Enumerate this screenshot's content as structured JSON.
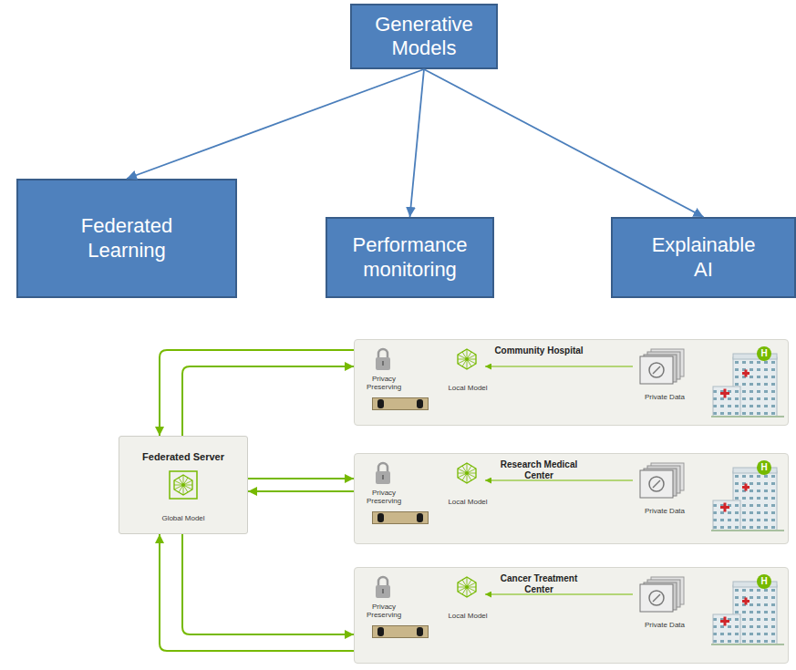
{
  "diagram": {
    "nodes": [
      {
        "text": [
          "Generative Models"
        ]
      },
      {
        "text": [
          "Federated Learning"
        ]
      },
      {
        "text": [
          "Performance monitoring"
        ]
      },
      {
        "text": [
          "Explainable AI"
        ]
      },
      {
        "text": [
          "Federated Server",
          "Global Model"
        ]
      },
      {
        "text": [
          "Community Hospital",
          "Privacy Preserving",
          "Local Model",
          "Private Data"
        ]
      },
      {
        "text": [
          "Research Medical Center",
          "Privacy Preserving",
          "Local Model",
          "Private Data"
        ]
      },
      {
        "text": [
          "Cancer Treatment Center",
          "Privacy Preserving",
          "Local Model",
          "Private Data"
        ]
      }
    ],
    "edges": [
      {
        "from": 0,
        "to": 1,
        "arrow": "to"
      },
      {
        "from": 0,
        "to": 2,
        "arrow": "to"
      },
      {
        "from": 0,
        "to": 3,
        "arrow": "to"
      },
      {
        "from": 4,
        "to": 5,
        "arrow": "both"
      },
      {
        "from": 4,
        "to": 6,
        "arrow": "both"
      },
      {
        "from": 4,
        "to": 7,
        "arrow": "both"
      }
    ],
    "labels": [
      "H",
      "H",
      "H"
    ]
  }
}
